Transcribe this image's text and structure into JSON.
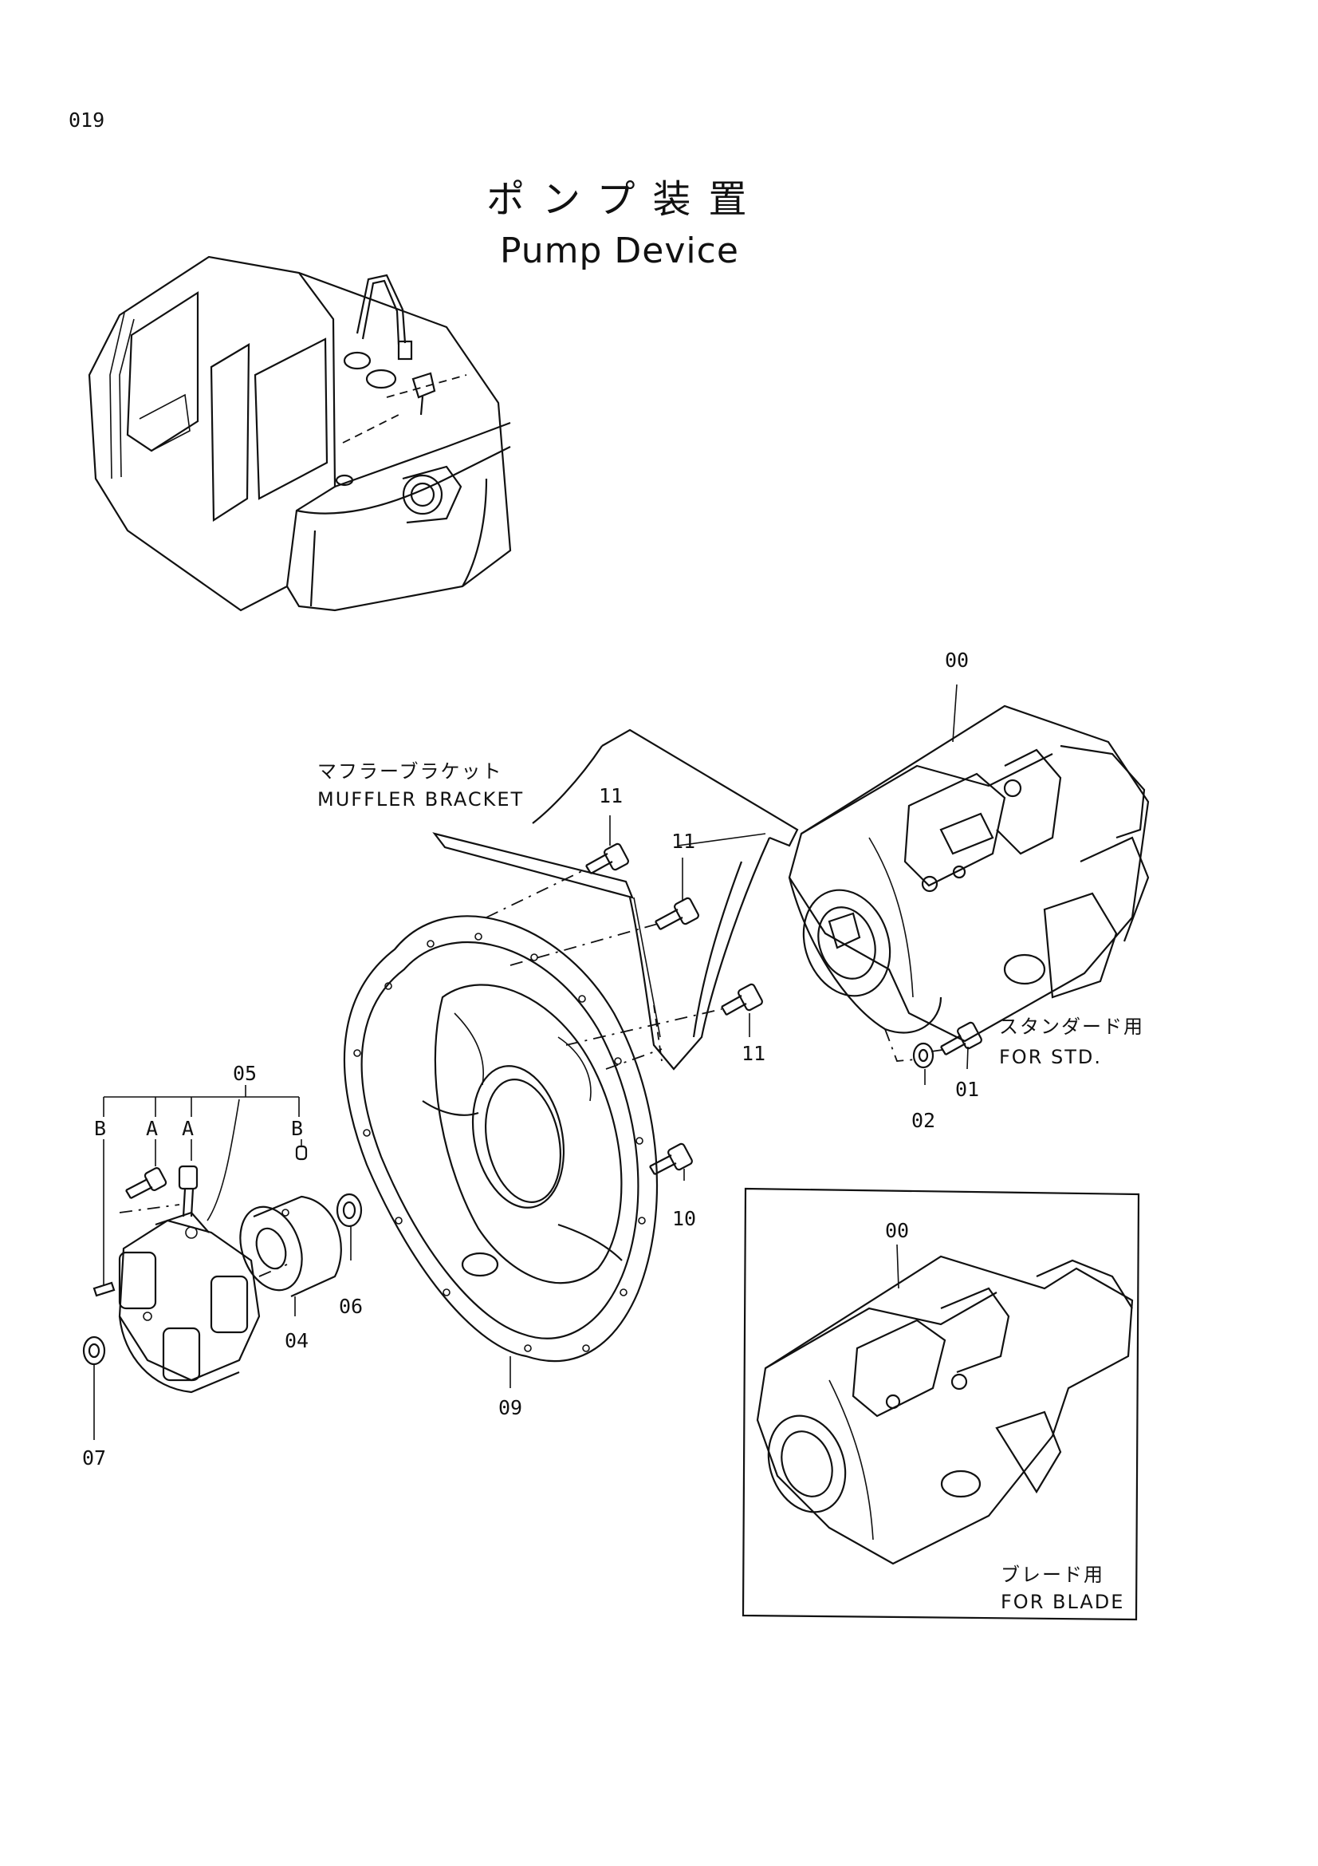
{
  "page": {
    "number": "019",
    "title_jp": "ポンプ装置",
    "title_en": "Pump Device"
  },
  "callouts": {
    "c00_top": "00",
    "c00_blade": "00",
    "c01": "01",
    "c02": "02",
    "c04": "04",
    "c05": "05",
    "c06": "06",
    "c07": "07",
    "c09": "09",
    "c10": "10",
    "c11_a": "11",
    "c11_b": "11",
    "c11_c": "11",
    "A_1": "A",
    "A_2": "A",
    "B_1": "B",
    "B_2": "B"
  },
  "captions": {
    "muffler_jp": "マフラーブラケット",
    "muffler_en": "MUFFLER BRACKET",
    "std_jp": "スタンダード用",
    "std_en": "FOR STD.",
    "blade_jp": "ブレード用",
    "blade_en": "FOR BLADE"
  },
  "icons": [
    "excavator-overview-icon",
    "pump-assembly-icon",
    "flange-housing-icon",
    "coupling-icon",
    "bolt-icon",
    "washer-icon",
    "muffler-bracket-icon"
  ]
}
